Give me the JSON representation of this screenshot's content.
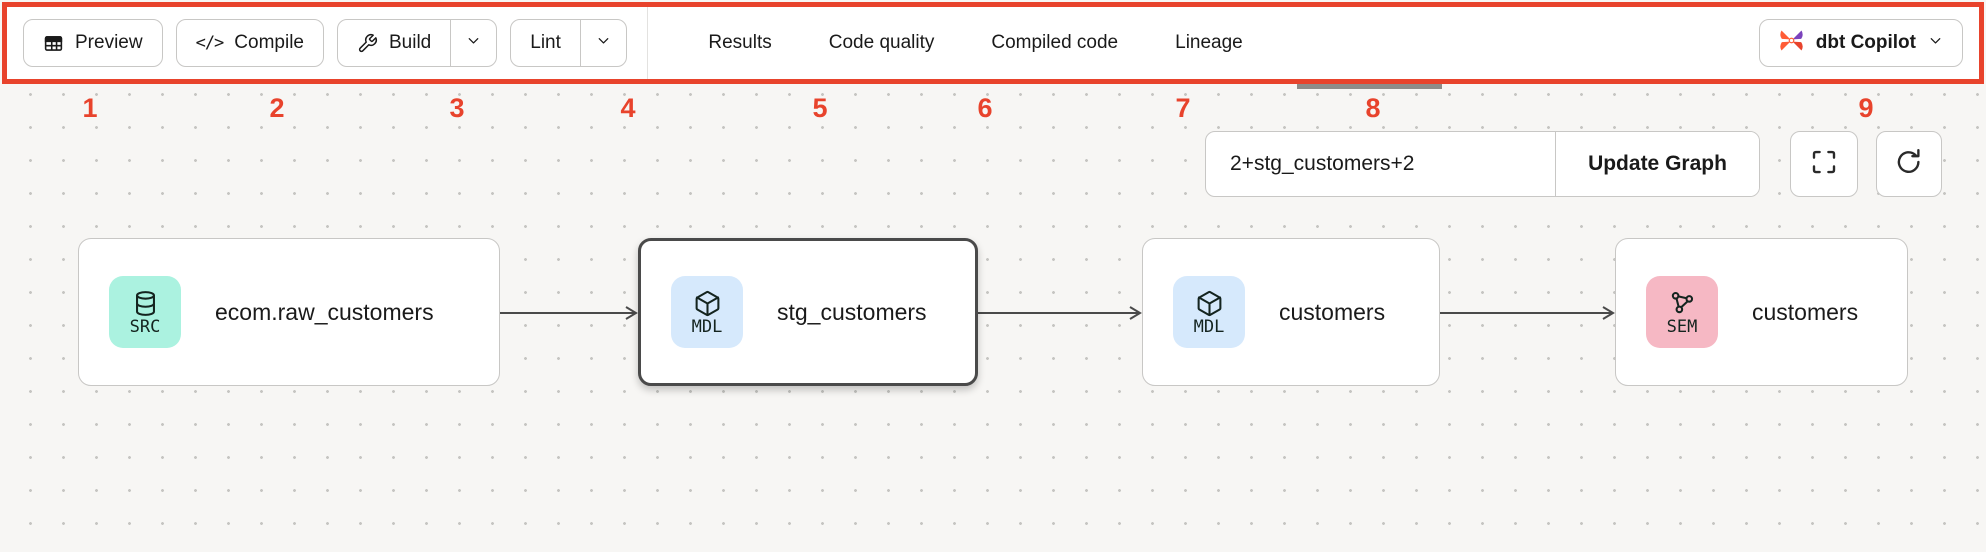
{
  "annotation": {
    "color": "#E8432C",
    "callouts": [
      {
        "n": "1"
      },
      {
        "n": "2"
      },
      {
        "n": "3"
      },
      {
        "n": "4"
      },
      {
        "n": "5"
      },
      {
        "n": "6"
      },
      {
        "n": "7"
      },
      {
        "n": "8"
      },
      {
        "n": "9"
      }
    ]
  },
  "toolbar": {
    "buttons": {
      "preview": {
        "label": "Preview",
        "icon": "table-icon"
      },
      "compile": {
        "label": "Compile",
        "icon": "code-icon",
        "code_glyph": "</>"
      },
      "build": {
        "label": "Build",
        "icon": "wrench-icon",
        "has_dropdown": true
      },
      "lint": {
        "label": "Lint",
        "has_dropdown": true
      }
    },
    "tabs": [
      {
        "label": "Results",
        "active": false
      },
      {
        "label": "Code quality",
        "active": false
      },
      {
        "label": "Compiled code",
        "active": false
      },
      {
        "label": "Lineage",
        "active": true
      }
    ],
    "copilot": {
      "label": "dbt Copilot",
      "icon": "dbt-logo-icon",
      "has_dropdown": true
    }
  },
  "graph_controls": {
    "selector_value": "2+stg_customers+2",
    "update_button_label": "Update Graph",
    "fullscreen_icon": "fullscreen-icon",
    "refresh_icon": "refresh-icon"
  },
  "lineage": {
    "nodes": [
      {
        "badge": "SRC",
        "badge_color": "#ABF2E0",
        "icon": "database-icon",
        "label": "ecom.raw_customers",
        "selected": false
      },
      {
        "badge": "MDL",
        "badge_color": "#D6E9FC",
        "icon": "cube-icon",
        "label": "stg_customers",
        "selected": true
      },
      {
        "badge": "MDL",
        "badge_color": "#D6E9FC",
        "icon": "cube-icon",
        "label": "customers",
        "selected": false
      },
      {
        "badge": "SEM",
        "badge_color": "#F6B8C4",
        "icon": "semantic-network-icon",
        "label": "customers",
        "selected": false
      }
    ],
    "edges": [
      {
        "from": "ecom.raw_customers",
        "to": "stg_customers"
      },
      {
        "from": "stg_customers",
        "to": "customers (MDL)"
      },
      {
        "from": "customers (MDL)",
        "to": "customers (SEM)"
      }
    ]
  }
}
